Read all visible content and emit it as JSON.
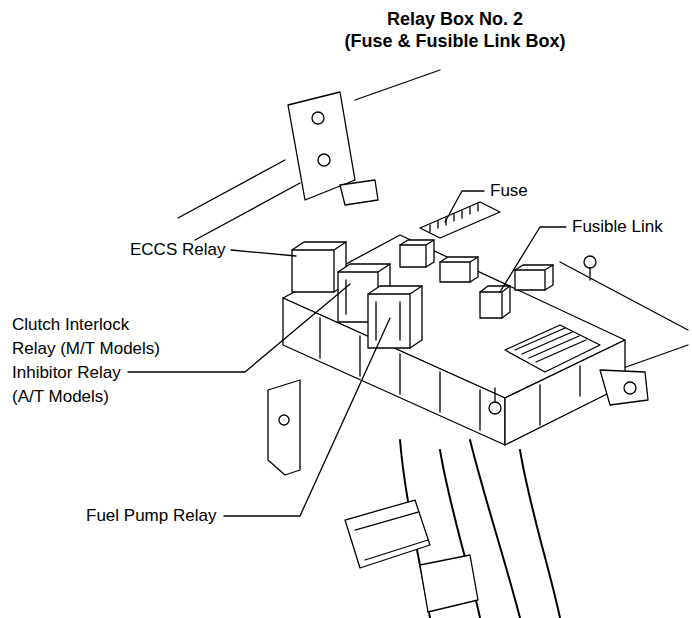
{
  "diagram": {
    "title": "Relay Box No. 2",
    "labels": [
      "(Fuse & Fusible Link Box)",
      "ECCS Relay",
      "Fuse",
      "Fusible Link",
      "Clutch Interlock Relay (M/T Models)",
      "Inhibitor Relay (A/T Models)",
      "Fuel Pump Relay"
    ]
  }
}
